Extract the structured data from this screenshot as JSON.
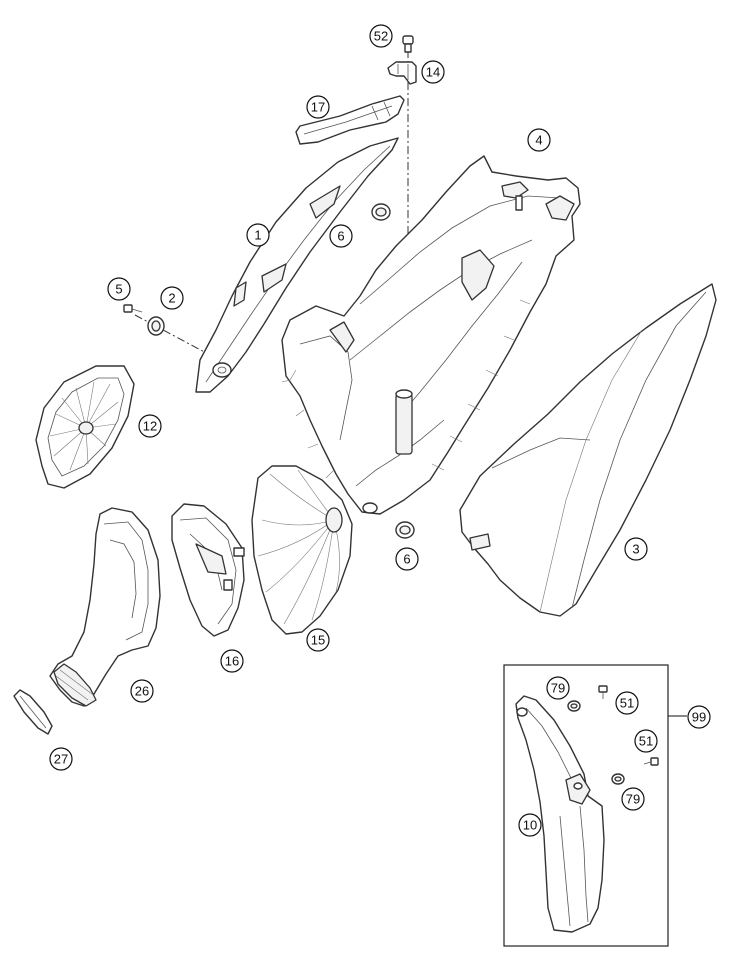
{
  "colors": {
    "line": "#333333",
    "fill": "#f2f2f2",
    "background": "#ffffff"
  },
  "callouts": {
    "c52": "52",
    "c14": "14",
    "c17": "17",
    "c4": "4",
    "c1": "1",
    "c6a": "6",
    "c5": "5",
    "c2": "2",
    "c12": "12",
    "c3": "3",
    "c6b": "6",
    "c15": "15",
    "c16": "16",
    "c26": "26",
    "c27": "27",
    "c79a": "79",
    "c51a": "51",
    "c99": "99",
    "c51b": "51",
    "c79b": "79",
    "c10": "10"
  }
}
